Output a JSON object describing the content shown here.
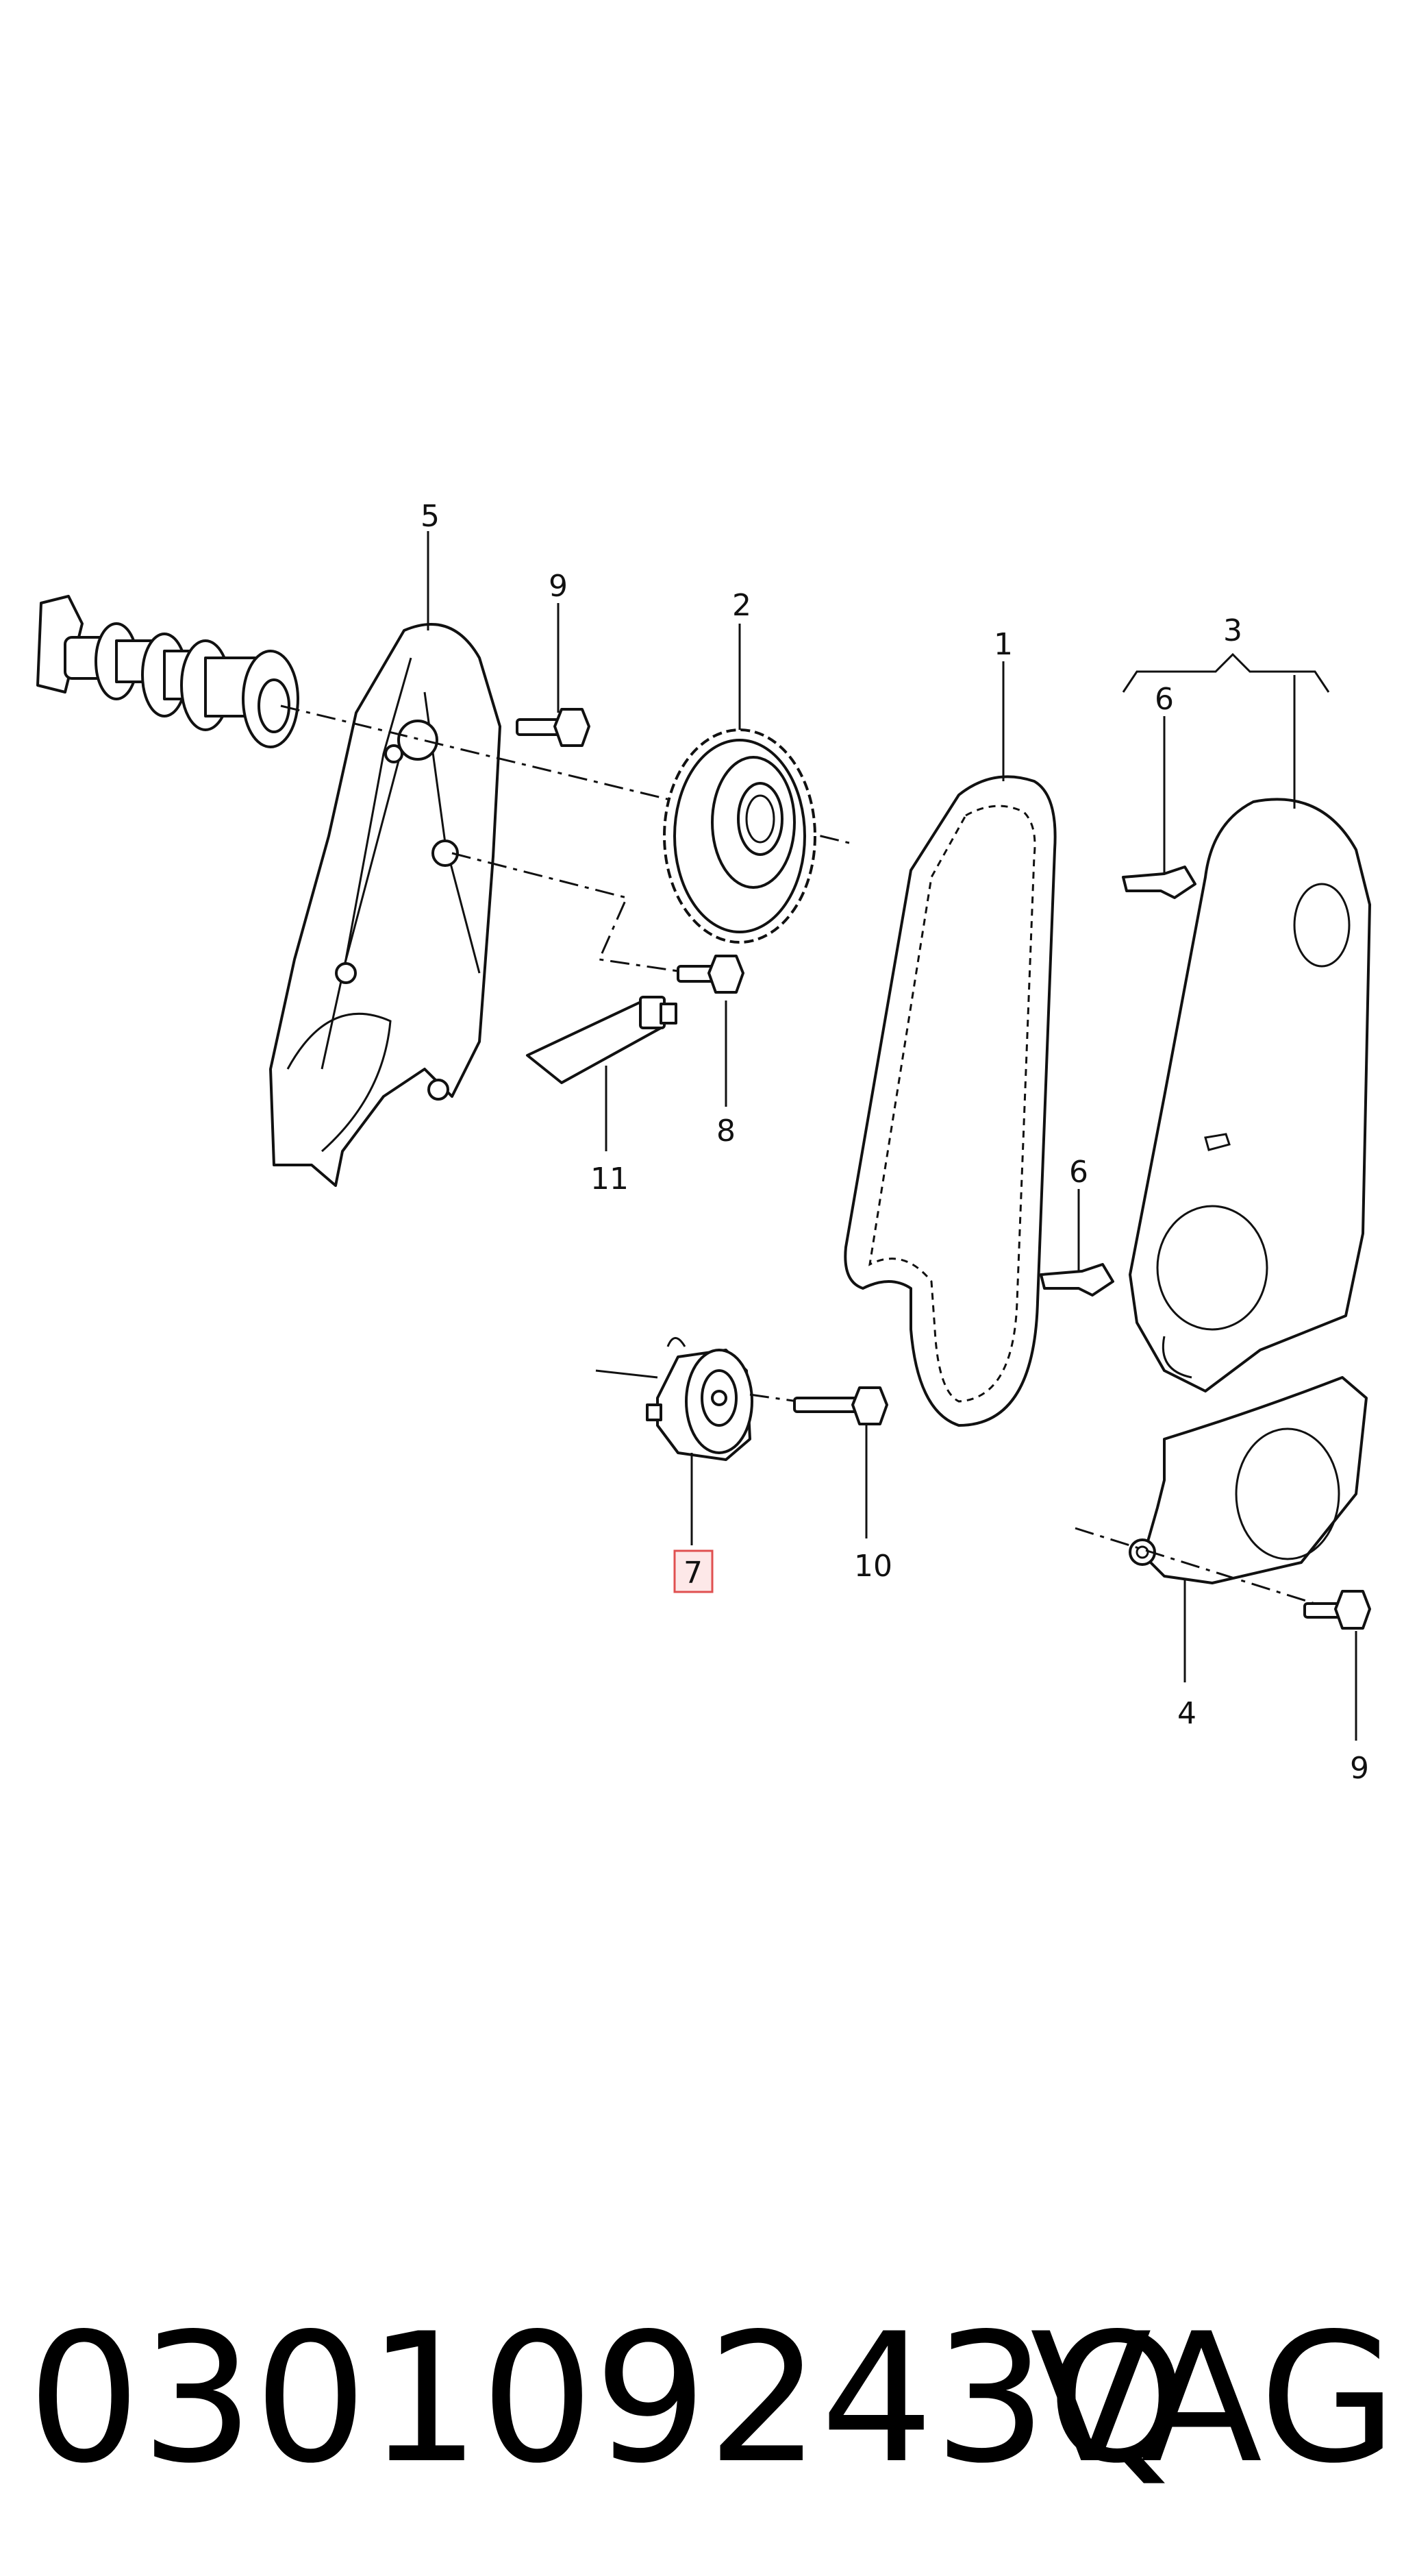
{
  "callouts": {
    "c1": "1",
    "c2": "2",
    "c3": "3",
    "c4": "4",
    "c5": "5",
    "c6a": "6",
    "c6b": "6",
    "c7": "7",
    "c8": "8",
    "c9a": "9",
    "c9b": "9",
    "c10": "10",
    "c11": "11"
  },
  "highlighted_callout": "7",
  "footer": {
    "part_number": "030109243Q",
    "brand": "VAG"
  },
  "colors": {
    "line": "#111111",
    "highlight_fill": "#fde8e8",
    "highlight_stroke": "#e05050"
  }
}
